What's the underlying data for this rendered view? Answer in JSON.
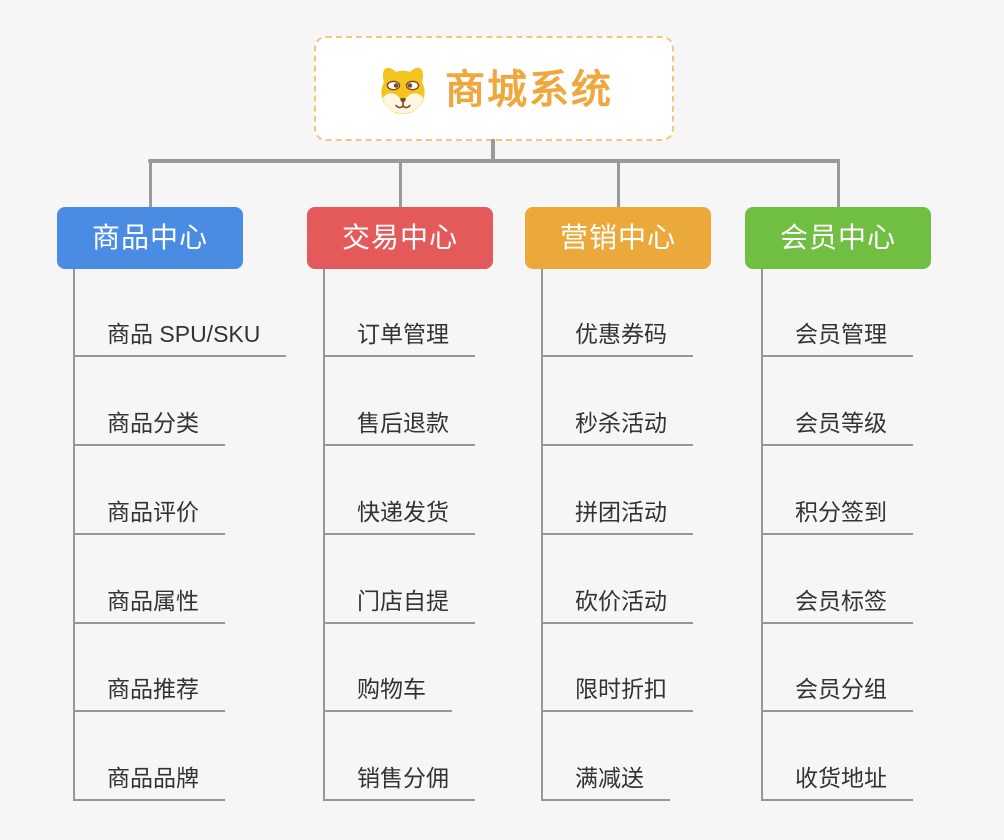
{
  "root": {
    "title": "商城系统",
    "icon": "dog-face-icon",
    "title_color": "#f0a73e",
    "border_color": "#f3c67a"
  },
  "branches": [
    {
      "label": "商品中心",
      "color": "#4a8ce4",
      "items": [
        "商品 SPU/SKU",
        "商品分类",
        "商品评价",
        "商品属性",
        "商品推荐",
        "商品品牌"
      ]
    },
    {
      "label": "交易中心",
      "color": "#e45a5a",
      "items": [
        "订单管理",
        "售后退款",
        "快递发货",
        "门店自提",
        "购物车",
        "销售分佣"
      ]
    },
    {
      "label": "营销中心",
      "color": "#ebа93c",
      "color_fix": "#eba93c",
      "items": [
        "优惠券码",
        "秒杀活动",
        "拼团活动",
        "砍价活动",
        "限时折扣",
        "满减送"
      ]
    },
    {
      "label": "会员中心",
      "color": "#70be42",
      "items": [
        "会员管理",
        "会员等级",
        "积分签到",
        "会员标签",
        "会员分组",
        "收货地址"
      ]
    }
  ],
  "style": {
    "connector_color": "#9a9a9a",
    "item_text_color": "#333333",
    "background": "#f6f6f7"
  }
}
